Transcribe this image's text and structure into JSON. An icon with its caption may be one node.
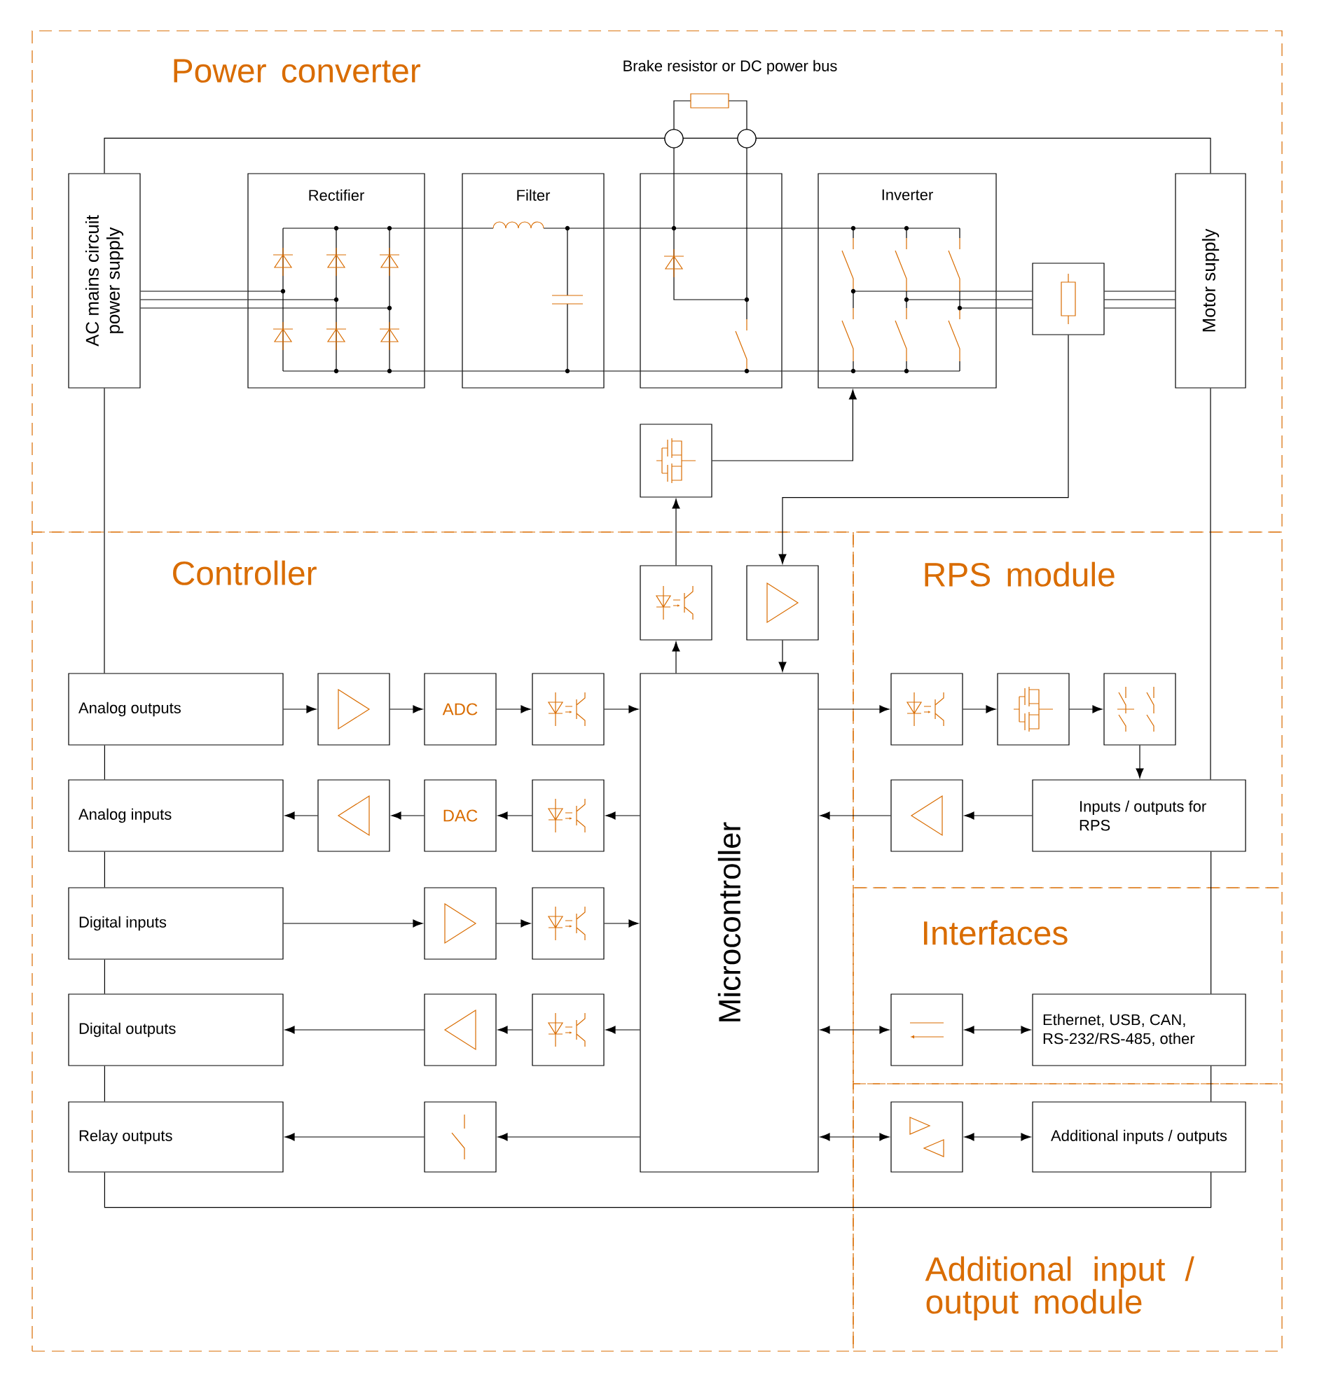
{
  "diagram": {
    "nodes": [
      {
        "text": [
          "Power converter"
        ]
      },
      {
        "text": [
          "AC mains circuit power supply"
        ],
        "in": 0
      },
      {
        "text": [
          "Rectifier"
        ],
        "in": 0
      },
      {
        "text": [
          "Filter"
        ],
        "in": 0
      },
      {
        "text": [],
        "shape": "box",
        "in": 0
      },
      {
        "text": [
          "Inverter"
        ],
        "in": 0
      },
      {
        "text": [],
        "shape": "box",
        "in": 0
      },
      {
        "text": [
          "Motor supply"
        ],
        "in": 0
      },
      {
        "text": [],
        "shape": "box",
        "in": 0
      },
      {
        "text": [
          "Controller"
        ]
      },
      {
        "text": [],
        "shape": "box",
        "in": 9
      },
      {
        "text": [],
        "shape": "box",
        "in": 9
      },
      {
        "text": [
          "Analog outputs"
        ],
        "in": 9
      },
      {
        "text": [],
        "shape": "box",
        "in": 9
      },
      {
        "text": [
          "ADC"
        ],
        "in": 9
      },
      {
        "text": [],
        "shape": "box",
        "in": 9
      },
      {
        "text": [
          "Microcontroller"
        ],
        "in": 9
      },
      {
        "text": [
          "Analog inputs"
        ],
        "in": 9
      },
      {
        "text": [],
        "shape": "box",
        "in": 9
      },
      {
        "text": [
          "DAC"
        ],
        "in": 9
      },
      {
        "text": [],
        "shape": "box",
        "in": 9
      },
      {
        "text": [
          "Digital inputs"
        ],
        "in": 9
      },
      {
        "text": [],
        "shape": "box",
        "in": 9
      },
      {
        "text": [],
        "shape": "box",
        "in": 9
      },
      {
        "text": [
          "Digital outputs"
        ],
        "in": 9
      },
      {
        "text": [],
        "shape": "box",
        "in": 9
      },
      {
        "text": [],
        "shape": "box",
        "in": 9
      },
      {
        "text": [
          "Relay outputs"
        ],
        "in": 9
      },
      {
        "text": [],
        "shape": "box",
        "in": 9
      },
      {
        "text": [
          "RPS module"
        ]
      },
      {
        "text": [],
        "shape": "box",
        "in": 29
      },
      {
        "text": [],
        "shape": "box",
        "in": 29
      },
      {
        "text": [],
        "shape": "box",
        "in": 29
      },
      {
        "text": [],
        "shape": "box",
        "in": 29
      },
      {
        "text": [
          "Inputs / outputs for RPS"
        ],
        "in": 29
      },
      {
        "text": [
          "Interfaces"
        ]
      },
      {
        "text": [],
        "shape": "box",
        "in": 35
      },
      {
        "text": [
          "Ethernet, USB, CAN, RS-232/RS-485, other"
        ],
        "in": 35
      },
      {
        "text": [
          "Additional input / output module"
        ]
      },
      {
        "text": [],
        "shape": "box",
        "in": 38
      },
      {
        "text": [
          "Additional inputs / outputs"
        ],
        "in": 38
      }
    ],
    "edges": [
      {
        "from": 1,
        "to": 2,
        "arrow": "none"
      },
      {
        "from": 2,
        "to": 3,
        "arrow": "none"
      },
      {
        "from": 3,
        "to": 4,
        "arrow": "none"
      },
      {
        "from": 4,
        "to": 5,
        "arrow": "none"
      },
      {
        "from": 5,
        "to": 6,
        "arrow": "none"
      },
      {
        "from": 6,
        "to": 7,
        "arrow": "none"
      },
      {
        "from": 1,
        "to": 7,
        "arrow": "none"
      },
      {
        "from": 8,
        "to": 5,
        "arrow": "to"
      },
      {
        "from": 10,
        "to": 8,
        "arrow": "to"
      },
      {
        "from": 6,
        "to": 11,
        "arrow": "to"
      },
      {
        "from": 16,
        "to": 10,
        "arrow": "to"
      },
      {
        "from": 11,
        "to": 16,
        "arrow": "to"
      },
      {
        "from": 12,
        "to": 13,
        "arrow": "to"
      },
      {
        "from": 13,
        "to": 14,
        "arrow": "to"
      },
      {
        "from": 14,
        "to": 15,
        "arrow": "to"
      },
      {
        "from": 15,
        "to": 16,
        "arrow": "to"
      },
      {
        "from": 16,
        "to": 20,
        "arrow": "to"
      },
      {
        "from": 20,
        "to": 19,
        "arrow": "to"
      },
      {
        "from": 19,
        "to": 18,
        "arrow": "to"
      },
      {
        "from": 18,
        "to": 17,
        "arrow": "to"
      },
      {
        "from": 21,
        "to": 22,
        "arrow": "to"
      },
      {
        "from": 22,
        "to": 23,
        "arrow": "to"
      },
      {
        "from": 23,
        "to": 16,
        "arrow": "to"
      },
      {
        "from": 16,
        "to": 26,
        "arrow": "to"
      },
      {
        "from": 26,
        "to": 25,
        "arrow": "to"
      },
      {
        "from": 25,
        "to": 24,
        "arrow": "to"
      },
      {
        "from": 16,
        "to": 28,
        "arrow": "to"
      },
      {
        "from": 28,
        "to": 27,
        "arrow": "to"
      },
      {
        "from": 16,
        "to": 30,
        "arrow": "to"
      },
      {
        "from": 30,
        "to": 31,
        "arrow": "to"
      },
      {
        "from": 31,
        "to": 32,
        "arrow": "to"
      },
      {
        "from": 32,
        "to": 34,
        "arrow": "to"
      },
      {
        "from": 34,
        "to": 33,
        "arrow": "to"
      },
      {
        "from": 33,
        "to": 16,
        "arrow": "to"
      },
      {
        "from": 16,
        "to": 36,
        "arrow": "both"
      },
      {
        "from": 36,
        "to": 37,
        "arrow": "both"
      },
      {
        "from": 16,
        "to": 39,
        "arrow": "both"
      },
      {
        "from": 39,
        "to": 40,
        "arrow": "both"
      },
      {
        "from": 1,
        "to": 12,
        "arrow": "none"
      },
      {
        "from": 12,
        "to": 17,
        "arrow": "none"
      },
      {
        "from": 17,
        "to": 21,
        "arrow": "none"
      },
      {
        "from": 21,
        "to": 24,
        "arrow": "none"
      },
      {
        "from": 24,
        "to": 27,
        "arrow": "none"
      },
      {
        "from": 27,
        "to": 40,
        "arrow": "none"
      },
      {
        "from": 7,
        "to": 34,
        "arrow": "none"
      },
      {
        "from": 34,
        "to": 37,
        "arrow": "none"
      },
      {
        "from": 37,
        "to": 40,
        "arrow": "none"
      }
    ],
    "labels": [
      "Brake resistor or DC power bus"
    ]
  }
}
